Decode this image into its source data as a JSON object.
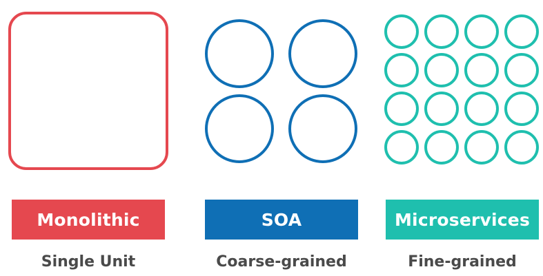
{
  "colors": {
    "monolithic": "#e5484f",
    "soa": "#0f6fb5",
    "microservices": "#1fbfae",
    "sublabel_text": "#4a4a4a"
  },
  "columns": [
    {
      "id": "monolithic",
      "label": "Monolithic",
      "sublabel": "Single Unit",
      "shape": "rounded-square",
      "unit_count": 1
    },
    {
      "id": "soa",
      "label": "SOA",
      "sublabel": "Coarse-grained",
      "shape": "circle",
      "grid": [
        2,
        2
      ]
    },
    {
      "id": "microservices",
      "label": "Microservices",
      "sublabel": "Fine-grained",
      "shape": "circle",
      "grid": [
        4,
        4
      ]
    }
  ]
}
